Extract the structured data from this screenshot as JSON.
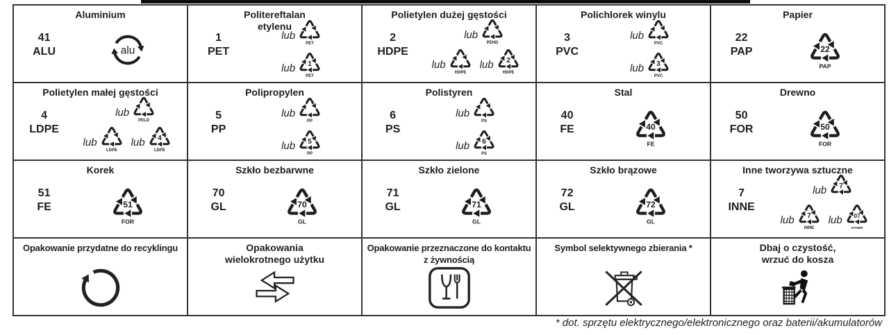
{
  "footnote": "* dot. sprzętu elektrycznego/elektronicznego oraz baterii/akumulatorów",
  "table": {
    "lub_word": "lub",
    "cells": [
      {
        "key": "aluminium",
        "title": "Aluminium",
        "layout": "single",
        "code": {
          "number": "41",
          "abbr": "ALU"
        },
        "symbols": [
          {
            "kind": "alu",
            "text": "alu"
          }
        ]
      },
      {
        "key": "pet",
        "title": "Politereftalan\netylenu",
        "layout": "stack2",
        "code": {
          "number": "1",
          "abbr": "PET"
        },
        "symbols": [
          {
            "kind": "tri",
            "lub": true,
            "number": "",
            "label": "PET"
          },
          {
            "kind": "tri",
            "lub": true,
            "number": "1",
            "label": "PET"
          }
        ]
      },
      {
        "key": "hdpe",
        "title": "Polietylen dużej gęstości",
        "layout": "tri",
        "code": {
          "number": "2",
          "abbr": "HDPE"
        },
        "symbols": [
          {
            "kind": "tri",
            "lub": true,
            "number": "",
            "label": "PEHD"
          },
          {
            "kind": "tri",
            "lub": true,
            "number": "",
            "label": "HDPE"
          },
          {
            "kind": "tri",
            "lub": true,
            "number": "2",
            "label": "HDPE"
          }
        ]
      },
      {
        "key": "pvc",
        "title": "Polichlorek winylu",
        "layout": "stack2",
        "code": {
          "number": "3",
          "abbr": "PVC"
        },
        "symbols": [
          {
            "kind": "tri",
            "lub": true,
            "number": "",
            "label": "PVC"
          },
          {
            "kind": "tri",
            "lub": true,
            "number": "3",
            "label": "PVC"
          }
        ]
      },
      {
        "key": "papier",
        "title": "Papier",
        "layout": "single",
        "code": {
          "number": "22",
          "abbr": "PAP"
        },
        "symbols": [
          {
            "kind": "tri",
            "lub": false,
            "number": "22",
            "label": "PAP"
          }
        ]
      },
      {
        "key": "ldpe",
        "title": "Polietylen małej gęstości",
        "layout": "tri",
        "code": {
          "number": "4",
          "abbr": "LDPE"
        },
        "symbols": [
          {
            "kind": "tri",
            "lub": true,
            "number": "",
            "label": "PELD"
          },
          {
            "kind": "tri",
            "lub": true,
            "number": "",
            "label": "LDPE"
          },
          {
            "kind": "tri",
            "lub": true,
            "number": "4",
            "label": "LDPE"
          }
        ]
      },
      {
        "key": "pp",
        "title": "Polipropylen",
        "layout": "stack2",
        "code": {
          "number": "5",
          "abbr": "PP"
        },
        "symbols": [
          {
            "kind": "tri",
            "lub": true,
            "number": "",
            "label": "PP"
          },
          {
            "kind": "tri",
            "lub": true,
            "number": "5",
            "label": "PP"
          }
        ]
      },
      {
        "key": "ps",
        "title": "Polistyren",
        "layout": "stack2",
        "code": {
          "number": "6",
          "abbr": "PS"
        },
        "symbols": [
          {
            "kind": "tri",
            "lub": true,
            "number": "",
            "label": "PS"
          },
          {
            "kind": "tri",
            "lub": true,
            "number": "6",
            "label": "PS"
          }
        ]
      },
      {
        "key": "stal",
        "title": "Stal",
        "layout": "single",
        "code": {
          "number": "40",
          "abbr": "FE"
        },
        "symbols": [
          {
            "kind": "tri",
            "lub": false,
            "number": "40",
            "label": "FE"
          }
        ]
      },
      {
        "key": "drewno",
        "title": "Drewno",
        "layout": "single",
        "code": {
          "number": "50",
          "abbr": "FOR"
        },
        "symbols": [
          {
            "kind": "tri",
            "lub": false,
            "number": "50",
            "label": "FOR"
          }
        ]
      },
      {
        "key": "korek",
        "title": "Korek",
        "layout": "single",
        "code": {
          "number": "51",
          "abbr": "FE"
        },
        "symbols": [
          {
            "kind": "tri",
            "lub": false,
            "number": "51",
            "label": "FOR"
          }
        ]
      },
      {
        "key": "szklo-bezbarwne",
        "title": "Szkło bezbarwne",
        "layout": "single",
        "code": {
          "number": "70",
          "abbr": "GL"
        },
        "symbols": [
          {
            "kind": "tri",
            "lub": false,
            "number": "70",
            "label": "GL"
          }
        ]
      },
      {
        "key": "szklo-zielone",
        "title": "Szkło zielone",
        "layout": "single",
        "code": {
          "number": "71",
          "abbr": "GL"
        },
        "symbols": [
          {
            "kind": "tri",
            "lub": false,
            "number": "71",
            "label": "GL"
          }
        ]
      },
      {
        "key": "szklo-brazowe",
        "title": "Szkło brązowe",
        "layout": "single",
        "code": {
          "number": "72",
          "abbr": "GL"
        },
        "symbols": [
          {
            "kind": "tri",
            "lub": false,
            "number": "72",
            "label": "GL"
          }
        ]
      },
      {
        "key": "inne",
        "title": "Inne tworzywa sztuczne",
        "layout": "tri",
        "code": {
          "number": "7",
          "abbr": "INNE"
        },
        "symbols": [
          {
            "kind": "tri",
            "lub": true,
            "number": "7",
            "label": ""
          },
          {
            "kind": "tri",
            "lub": true,
            "number": "7",
            "label": "INNE"
          },
          {
            "kind": "tri",
            "lub": true,
            "number": "07",
            "label": "OTHER"
          }
        ]
      },
      {
        "key": "recykling",
        "title": "Opakowanie przydatne do recyklingu",
        "layout": "picto",
        "picto": "recycle-circle"
      },
      {
        "key": "wielokrotny-uzytek",
        "title": "Opakowania\nwielokrotnego użytku",
        "layout": "picto",
        "picto": "reuse-arrows"
      },
      {
        "key": "kontakt-z-zywnoscia",
        "title": "Opakowanie przeznaczone do kontaktu\nz żywnością",
        "layout": "picto",
        "picto": "glass-fork"
      },
      {
        "key": "selektywne-zbieranie",
        "title": "Symbol selektywnego zbierania *",
        "layout": "picto",
        "picto": "weee-bin"
      },
      {
        "key": "dbaj-o-czystosc",
        "title": "Dbaj o czystość,\nwrzuć do kosza",
        "layout": "picto",
        "picto": "tidyman"
      }
    ]
  }
}
